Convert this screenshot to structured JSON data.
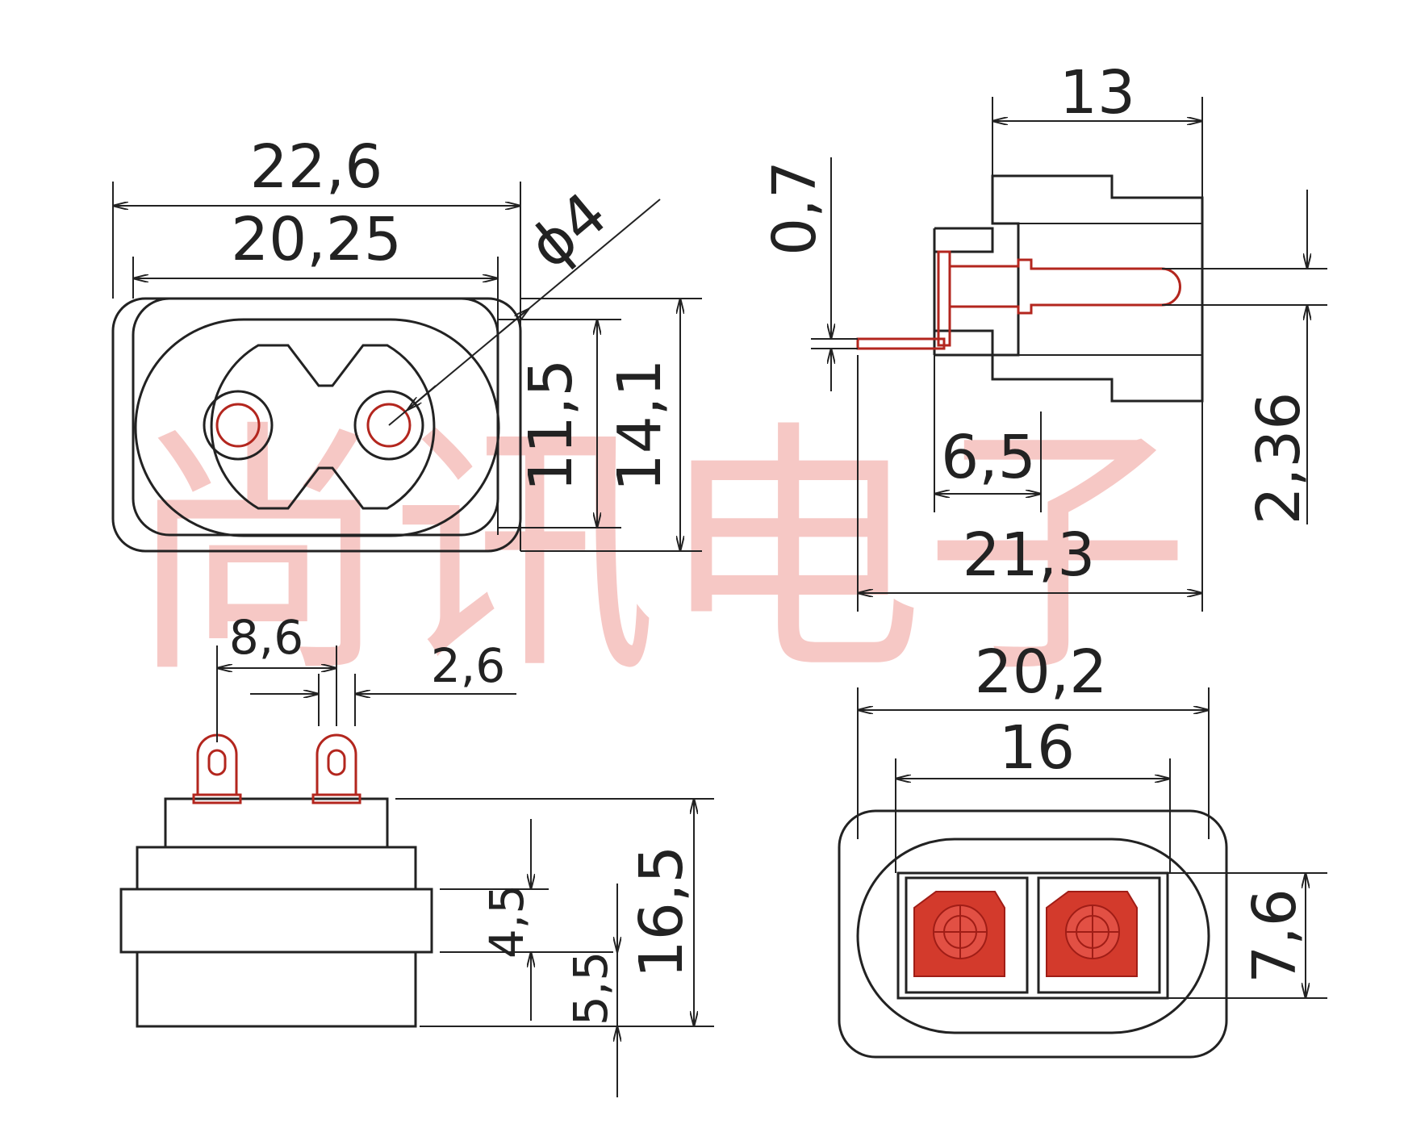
{
  "watermark": "尚讯电子",
  "colors": {
    "line": "#222222",
    "contact": "#b3261e",
    "watermark": "#f2a7a3"
  },
  "dimensions": {
    "front_width_outer": "22,6",
    "front_width_inner": "20,25",
    "pin_diameter": "ϕ4",
    "front_height_inner": "11,5",
    "front_height_outer": "14,1",
    "side_depth": "13",
    "side_flange": "0,7",
    "side_pin_height": "2,36",
    "side_pin_length": "6,5",
    "side_total_length": "21,3",
    "bottom_pitch": "8,6",
    "bottom_pin_width": "2,6",
    "bottom_step": "4,5",
    "bottom_base": "5,5",
    "bottom_height": "16,5",
    "rear_width_outer": "20,2",
    "rear_width_inner": "16",
    "rear_height": "7,6"
  }
}
